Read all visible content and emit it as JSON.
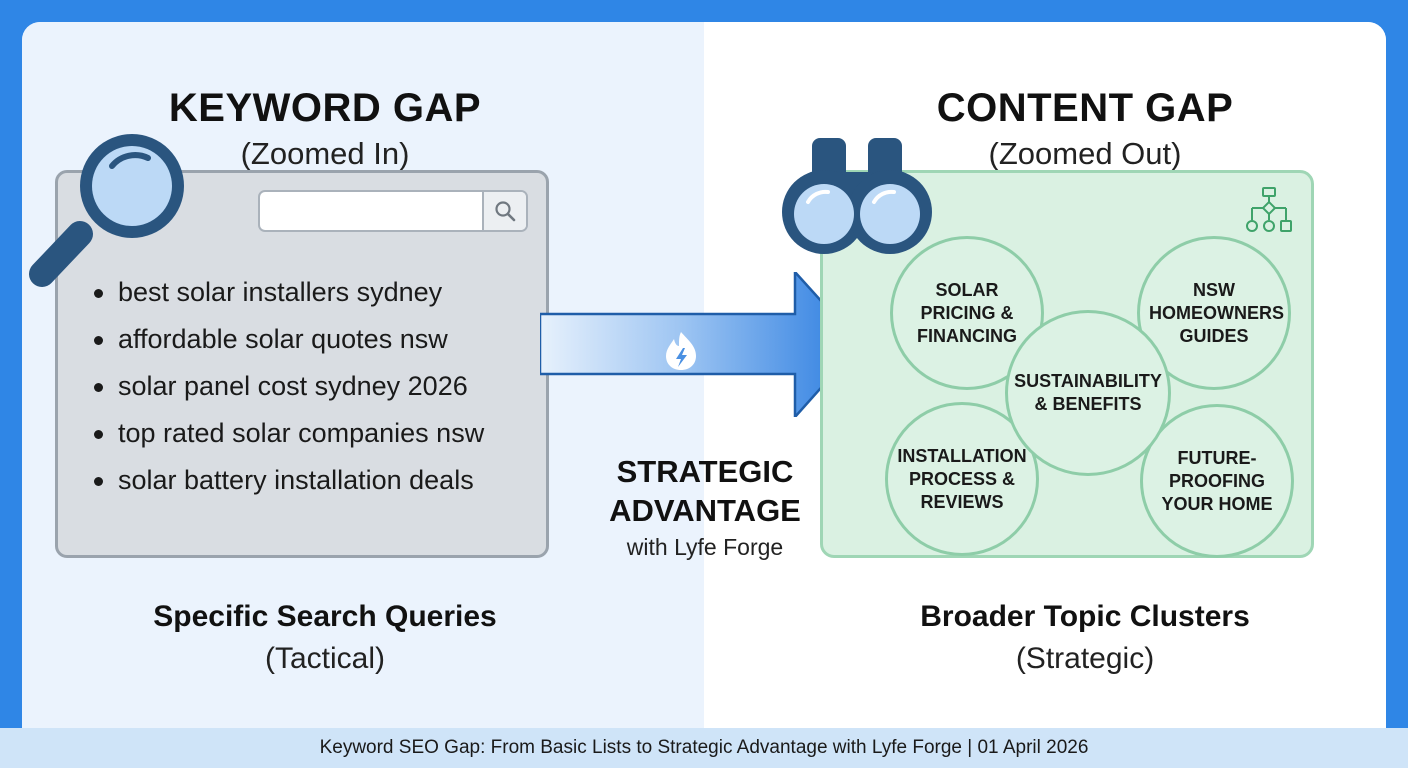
{
  "left": {
    "title": "KEYWORD GAP",
    "subtitle": "(Zoomed In)",
    "search_value": "",
    "keywords": [
      "best solar installers sydney",
      "affordable solar quotes nsw",
      "solar panel cost sydney 2026",
      "top rated solar companies nsw",
      "solar battery installation deals"
    ],
    "caption_title": "Specific Search Queries",
    "caption_sub": "(Tactical)"
  },
  "center": {
    "line1": "STRATEGIC",
    "line2": "ADVANTAGE",
    "sub": "with Lyfe Forge"
  },
  "right": {
    "title": "CONTENT GAP",
    "subtitle": "(Zoomed Out)",
    "topics": [
      "SOLAR PRICING & FINANCING",
      "NSW HOMEOWNERS GUIDES",
      "SUSTAINABILITY & BENEFITS",
      "INSTALLATION PROCESS & REVIEWS",
      "FUTURE-PROOFING YOUR HOME"
    ],
    "caption_title": "Broader Topic Clusters",
    "caption_sub": "(Strategic)"
  },
  "icons": [
    "magnifier-icon",
    "search-icon",
    "binoculars-icon",
    "sitemap-icon",
    "flame-bolt-icon"
  ],
  "colors": {
    "frame": "#2f86e6",
    "arrow": "#2f7fe0",
    "cluster_fill": "#daf1e2",
    "cluster_border": "#8ecda8",
    "keyword_box": "#d9dde2"
  },
  "footer": "Keyword SEO Gap: From Basic Lists to Strategic Advantage with Lyfe Forge | 01 April 2026"
}
